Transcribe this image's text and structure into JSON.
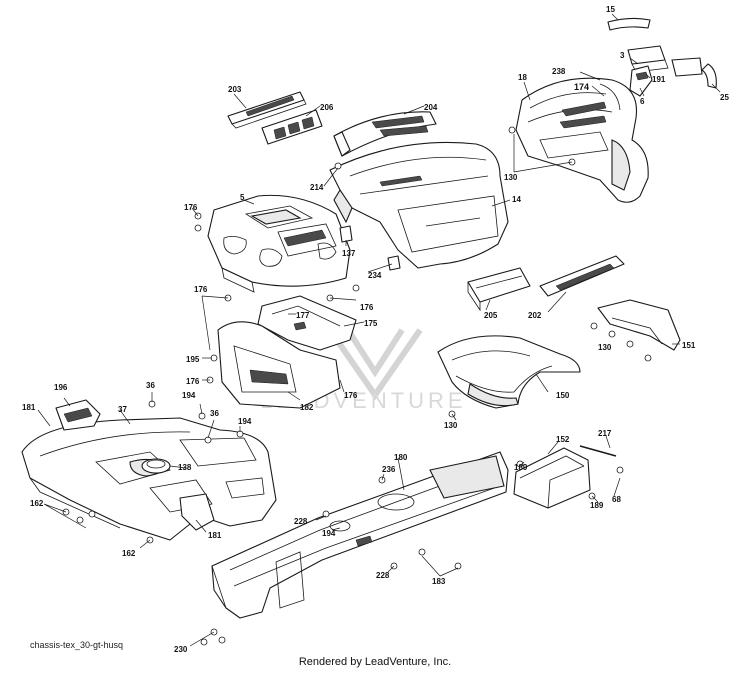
{
  "diagram": {
    "callouts": [
      "15",
      "3",
      "191",
      "6",
      "25",
      "238",
      "174",
      "18",
      "203",
      "206",
      "204",
      "130",
      "14",
      "214",
      "5",
      "176",
      "137",
      "234",
      "205",
      "202",
      "177",
      "175",
      "151",
      "195",
      "150",
      "36",
      "196",
      "181",
      "37",
      "194",
      "182",
      "138",
      "152",
      "217",
      "180",
      "236",
      "189",
      "68",
      "162",
      "228",
      "183",
      "230"
    ],
    "watermark_text": "LEADVENTURE",
    "diagram_code": "chassis-tex_30-gt-husq",
    "credit": "Rendered by LeadVenture, Inc."
  }
}
